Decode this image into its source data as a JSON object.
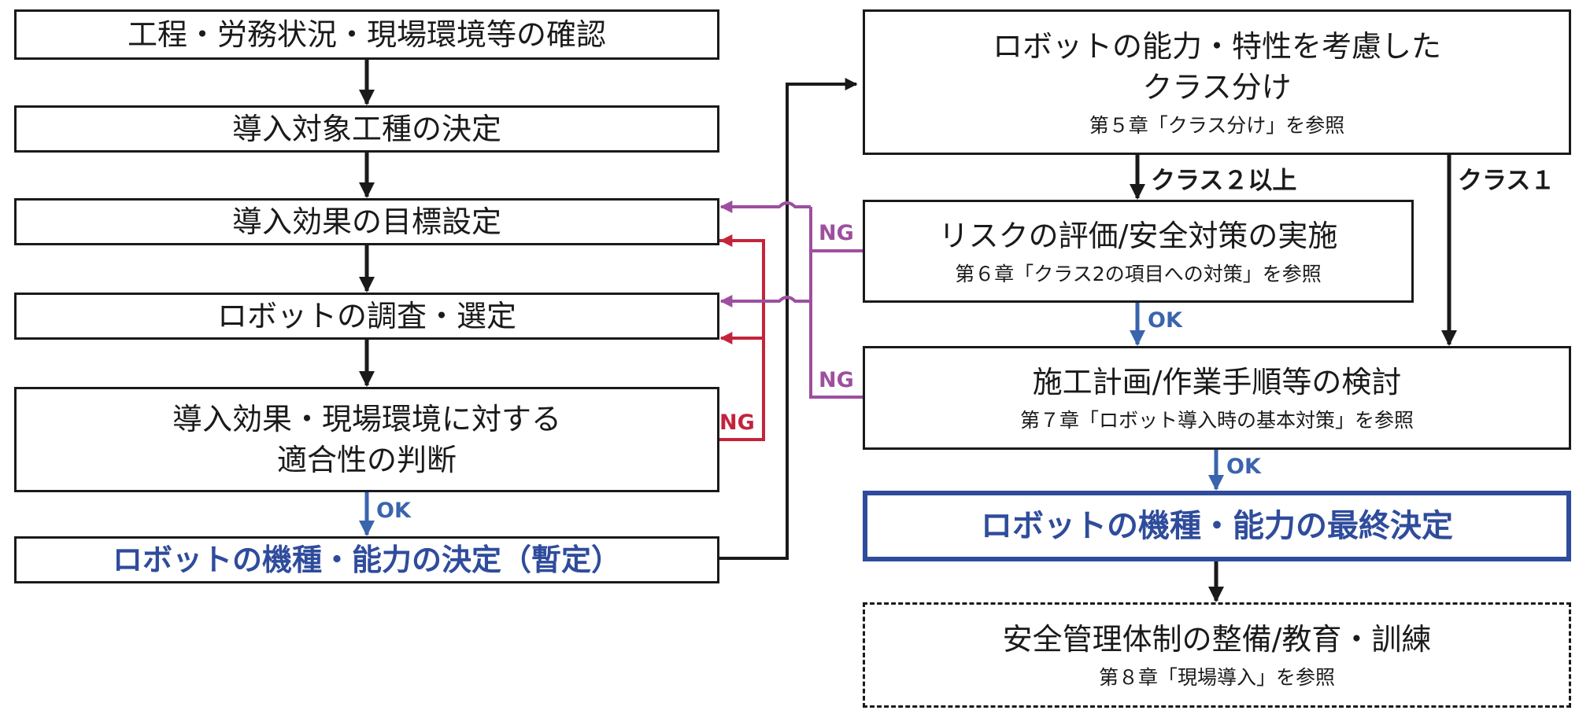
{
  "left_column": {
    "step1": "工程・労務状況・現場環境等の確認",
    "step2": "導入対象工種の決定",
    "step3": "導入効果の目標設定",
    "step4": "ロボットの調査・選定",
    "step5_line1": "導入効果・現場環境に対する",
    "step5_line2": "適合性の判断",
    "step6": "ロボットの機種・能力の決定（暫定）"
  },
  "right_column": {
    "classify_line1": "ロボットの能力・特性を考慮した",
    "classify_line2": "クラス分け",
    "classify_ref": "第５章「クラス分け」を参照",
    "risk_title": "リスクの評価/安全対策の実施",
    "risk_ref": "第６章「クラス2の項目への対策」を参照",
    "plan_title": "施工計画/作業手順等の検討",
    "plan_ref": "第７章「ロボット導入時の基本対策」を参照",
    "final_title": "ロボットの機種・能力の最終決定",
    "safety_title": "安全管理体制の整備/教育・訓練",
    "safety_ref": "第８章「現場導入」を参照"
  },
  "labels": {
    "ok": "OK",
    "ng": "NG",
    "class2": "クラス２以上",
    "class1": "クラス１"
  },
  "colors": {
    "line": "#1a1a1a",
    "ok_blue": "#3a64ad",
    "final_blue": "#2f4c9c",
    "ng_red": "#c3243b",
    "ng_purple": "#9d4f9f"
  }
}
